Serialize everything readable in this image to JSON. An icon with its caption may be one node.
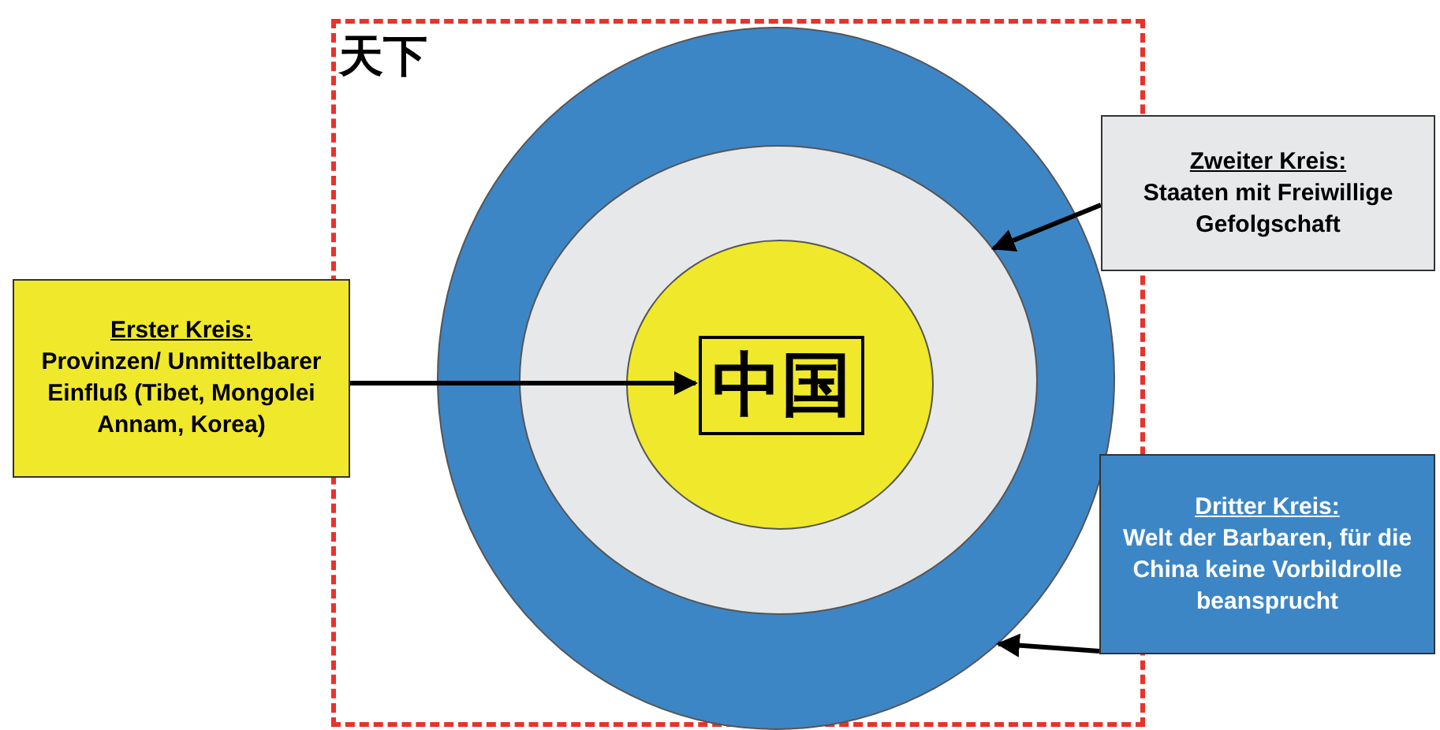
{
  "diagram": {
    "nodes": [
      {
        "text": [
          "天下"
        ]
      },
      {
        "text": [],
        "shape": "circle",
        "in": 0
      },
      {
        "text": [],
        "shape": "circle",
        "in": 1
      },
      {
        "text": [],
        "shape": "circle",
        "in": 2
      },
      {
        "text": [
          "中国"
        ],
        "in": 3
      },
      {
        "text": [
          "Zweiter Kreis:",
          "Staaten mit Freiwillige Gefolgschaft"
        ]
      },
      {
        "text": [
          "Erster Kreis:",
          "Provinzen/ Unmittelbarer Einfluß (Tibet, Mongolei Annam, Korea)"
        ]
      },
      {
        "text": [
          "Dritter Kreis:",
          "Welt der Barbaren, für die China keine Vorbildrolle beansprucht"
        ]
      }
    ],
    "edges": [
      {
        "from": 6,
        "to": 4,
        "arrow": "to"
      },
      {
        "from": 5,
        "to": 2,
        "arrow": "to"
      },
      {
        "from": 7,
        "to": 1,
        "arrow": "to"
      }
    ]
  }
}
